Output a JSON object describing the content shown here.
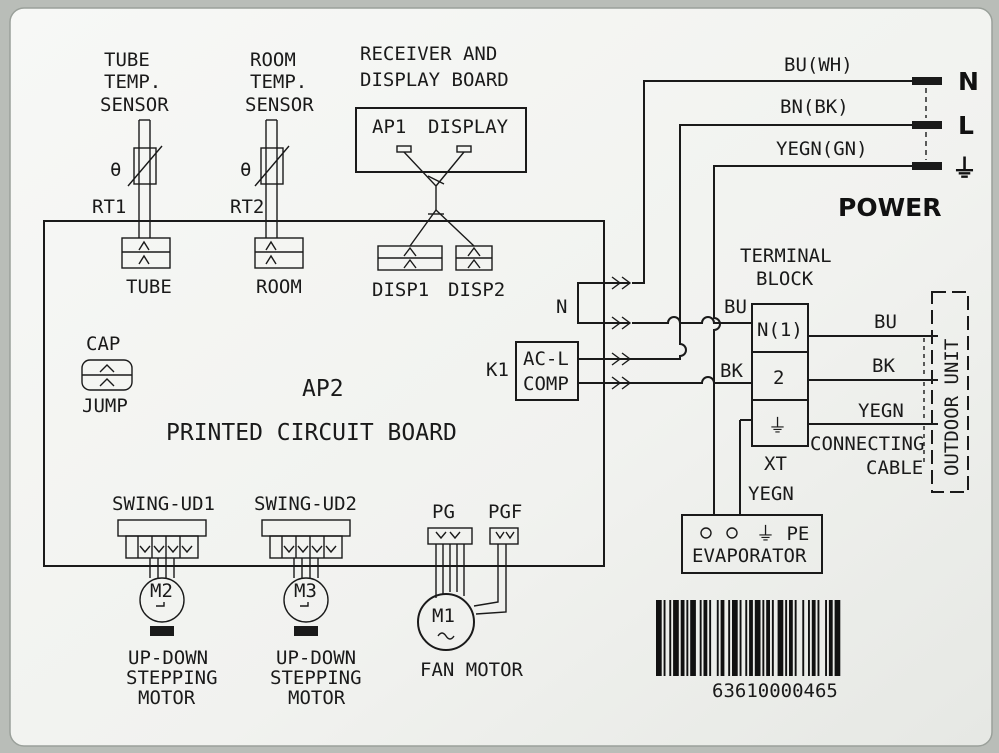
{
  "sensors": {
    "tube": {
      "title_1": "TUBE",
      "title_2": "TEMP.",
      "title_3": "SENSOR",
      "theta": "θ",
      "ref": "RT1",
      "connector": "TUBE"
    },
    "room": {
      "title_1": "ROOM",
      "title_2": "TEMP.",
      "title_3": "SENSOR",
      "theta": "θ",
      "ref": "RT2",
      "connector": "ROOM"
    }
  },
  "display_board": {
    "title_1": "RECEIVER AND",
    "title_2": "DISPLAY BOARD",
    "ap1": "AP1",
    "display": "DISPLAY",
    "disp1": "DISP1",
    "disp2": "DISP2"
  },
  "pcb": {
    "ref": "AP2",
    "name": "PRINTED CIRCUIT BOARD",
    "cap": "CAP",
    "jump": "JUMP",
    "n_label": "N",
    "k1": "K1",
    "acl": "AC-L",
    "comp": "COMP"
  },
  "power": {
    "wire_n": "BU(WH)",
    "wire_l": "BN(BK)",
    "wire_e": "YEGN(GN)",
    "n": "N",
    "l": "L",
    "earth": "⏚",
    "title": "POWER"
  },
  "terminal": {
    "title_1": "TERMINAL",
    "title_2": "BLOCK",
    "slot_1": "N(1)",
    "slot_2": "2",
    "slot_3": "⏚",
    "in_bu": "BU",
    "in_bk": "BK",
    "xt": "XT",
    "yegn": "YEGN"
  },
  "outdoor": {
    "bu": "BU",
    "bk": "BK",
    "yegn": "YEGN",
    "cable_1": "CONNECTING",
    "cable_2": "CABLE",
    "unit": "OUTDOOR UNIT"
  },
  "evaporator": {
    "pe": "⏚ PE",
    "name": "EVAPORATOR"
  },
  "swing": {
    "ud1": "SWING-UD1",
    "ud2": "SWING-UD2",
    "m2": "M2",
    "m3": "M3",
    "motor_1": "UP-DOWN",
    "motor_2": "STEPPING",
    "motor_3": "MOTOR"
  },
  "fan": {
    "pg": "PG",
    "pgf": "PGF",
    "m1": "M1",
    "name": "FAN MOTOR"
  },
  "barcode": {
    "number": "63610000465"
  }
}
